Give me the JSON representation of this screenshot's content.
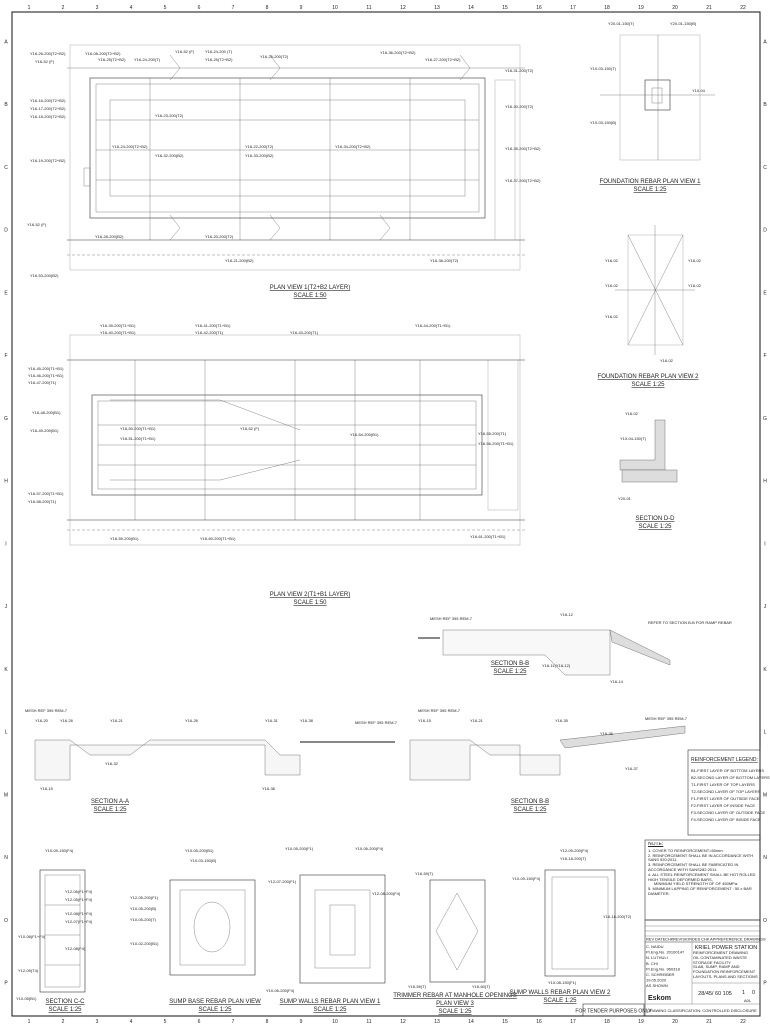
{
  "grid": {
    "cols": [
      "1",
      "2",
      "3",
      "4",
      "5",
      "6",
      "7",
      "8",
      "9",
      "10",
      "11",
      "12",
      "13",
      "14",
      "15",
      "16",
      "17",
      "18",
      "19",
      "20",
      "21",
      "22"
    ],
    "rows": [
      "A",
      "B",
      "C",
      "D",
      "E",
      "F",
      "G",
      "H",
      "I",
      "J",
      "K",
      "L",
      "M",
      "N",
      "O",
      "P"
    ]
  },
  "plan1": {
    "title": "PLAN VIEW 1(T2+B2 LAYER)",
    "scale": "SCALE 1:50",
    "labels": [
      "Y16-26-200(T2+B2)",
      "Y16-52 (F)",
      "Y16-08-200(T2+B2)",
      "Y16-25(T2+B2)",
      "Y16-24-200(T)",
      "Y16-52 (F)",
      "Y16-24-200 (T)",
      "Y16-25(T2+B2)",
      "Y16-25-200(T2)",
      "Y16-36-200(T2+B2)",
      "Y16-27-200(T2+B2)",
      "Y16-31-200(T2)",
      "Y16-30-200(T2)",
      "Y16-16-200(T2+B2)",
      "Y16-17-200(T2+B2)",
      "Y16-18-200(T2+B2)",
      "Y16-23-200(T2)",
      "Y16-24-200(T2+B2)",
      "Y16-19-200(T2+B2)",
      "Y16-22-200(T2)",
      "Y16-32-200(B2)",
      "Y16-33-200(B2)",
      "Y16-34-200(T2+B2)",
      "Y16-35-200(T2+B2)",
      "Y16-37-200(T2+B2)",
      "Y16-52 (F)",
      "Y16-28-200(B2)",
      "Y16-20-200(T2)",
      "Y16-21-200(B2)",
      "Y16-53-200(B2)",
      "Y16-38-200(T2)"
    ]
  },
  "plan2": {
    "title": "PLAN VIEW 2(T1+B1 LAYER)",
    "scale": "SCALE 1:50",
    "labels": [
      "Y16-39-200(T1+B1)",
      "Y16-40-200(T1+B1)",
      "Y16-41-200(T1+B1)",
      "Y16-42-200(T1)",
      "Y16-43-200(T1)",
      "Y16-44-200(T1+B1)",
      "Y16-45-200(T1+B1)",
      "Y16-46-200(T1+B1)",
      "Y16-47-200(T1)",
      "Y16-48-200(B1)",
      "Y16-49-200(B1)",
      "Y16-50-200(T1+B1)",
      "Y16-51-200(T1+B1)",
      "Y16-52 (F)",
      "Y16-54-200(B1)",
      "Y16-55-200(T1)",
      "Y16-56-200(T1+B1)",
      "Y16-57-200(T1+B1)",
      "Y16-58-200(T1)",
      "Y16-59-200(B1)",
      "Y16-60-200(T1+B1)",
      "Y16-61-200(T1+B1)"
    ]
  },
  "foundation1": {
    "title": "FOUNDATION REBAR PLAN VIEW 1",
    "scale": "SCALE 1:25",
    "labels": [
      "Y20-01-150(T)",
      "Y20-01-150(B)",
      "Y10-04",
      "Y10-03-150(T)",
      "Y10-03-150(B)"
    ]
  },
  "foundation2": {
    "title": "FOUNDATION REBAR PLAN VIEW 2",
    "scale": "SCALE 1:25",
    "labels": [
      "Y16-02",
      "Y16-02",
      "Y16-02",
      "Y16-02",
      "Y16-02",
      "Y16-02"
    ]
  },
  "sectionD": {
    "title": "SECTION D-D",
    "scale": "SCALE 1:25",
    "labels": [
      "Y16-02",
      "Y10-04-150(T)",
      "Y20-01"
    ]
  },
  "sectionB1": {
    "title": "SECTION B-B",
    "scale": "SCALE 1:25",
    "labels": [
      "MESH REF 395 REM-7",
      "Y16-12",
      "REFER TO SECTION B-B FOR RAMP REBAR",
      "Y16-11(Y16-12)",
      "Y16-14"
    ]
  },
  "sectionA": {
    "title": "SECTION A-A",
    "scale": "SCALE 1:25",
    "labels": [
      "MESH REF 395 REM-7",
      "Y16-20",
      "Y16-26",
      "Y16-21",
      "Y16-26",
      "Y16-31",
      "Y16-38",
      "Y16-32",
      "MESH REF 395 REM-7",
      "Y16-15",
      "Y16-38"
    ]
  },
  "sectionB2": {
    "title": "SECTION B-B",
    "scale": "SCALE 1:25",
    "labels": [
      "MESH REF 395 REM-7",
      "Y16-15",
      "Y16-21",
      "Y16-35",
      "MESH REF 395 REM-7",
      "Y16-35",
      "Y16-37"
    ]
  },
  "legend": {
    "title": "REINFORCEMENT LEGEND:",
    "items": [
      "B1-FIRST LAYER OF BOTTOM LAYERS",
      "B2-SECOND LAYER OF BOTTOM LAYERS",
      "T1-FIRST LAYER OF TOP LAYERS",
      "T2-SECOND LAYER OF TOP LAYERS",
      "F1-FIRST LAYER OF OUTSIDE FACE",
      "F2-FIRST LAYER OF INSIDE FACE",
      "F3-SECOND LAYER OF OUTSIDE FACE",
      "F4-SECOND LAYER OF INSIDE FACE"
    ]
  },
  "notes": {
    "title": "NOTE:",
    "items": [
      "1.   COVER TO REINFORCEMENT=50mm.",
      "2.   REINFORCEMENT SHALL BE IN ACCORDANCE WITH SANS 920:2011.",
      "3.   REINFORCEMENT SHALL BE FABRICATED IN ACCORDANCE WITH SANS282:2011.",
      "4.   ALL STEEL REINFORCEMENT SHALL BE HOT ROLLED HIGH TENSILE DEFORMED BARS,",
      "      MINIMUM YIELD STRENGTH OF OF 450MPa.",
      "5.   MINIMUM LAPPING OF REINFORCEMENT : 50 x BAR DIAMETER."
    ]
  },
  "bottom_details": [
    {
      "title": "SECTION C-C",
      "scale": "SCALE 1:25",
      "labels": [
        "Y10-09-150(F4)",
        "Y12-06(F1+F4)",
        "Y12-05(F1+F4)",
        "Y12-08(F1+F4)",
        "Y12-07(F1+F4)",
        "Y10-06(F1+F4)",
        "Y12-08(F4)",
        "Y12-09(T4)",
        "Y10-05(B1)"
      ]
    },
    {
      "title": "SUMP BASE REBAR PLAN VIEW",
      "scale": "SCALE 1:25",
      "labels": [
        "Y10-05-200(B1)",
        "Y10-03-150(B)",
        "Y12-05-200(F1)",
        "Y10-05-200(B)",
        "Y10-05-200(T)",
        "Y10-02-200(B1)"
      ]
    },
    {
      "title": "SUMP WALLS REBAR PLAN VIEW 1",
      "scale": "SCALE 1:25",
      "labels": [
        "Y10-05-200(F1)",
        "Y10-06-200(F4)",
        "Y12-07-200(F1)",
        "Y12-08-200(F4)",
        "Y10-06-200(F4)"
      ]
    },
    {
      "title": "TRIMMER REBAR AT MANHOLE OPENINGS",
      "sub": "PLAN VIEW 3",
      "scale": "SCALE 1:25",
      "labels": [
        "Y16-59(T)",
        "Y16-59(T)",
        "Y16-60(T)"
      ]
    },
    {
      "title": "SUMP WALLS REBAR PLAN VIEW 2",
      "scale": "SCALE 1:25",
      "labels": [
        "Y12-09-200(F4)",
        "Y16-18-200(T)",
        "Y10-09-150(F4)",
        "Y16-18-200(T2)",
        "Y10-08-150(F1)"
      ]
    }
  ],
  "tender": "FOR TENDER PURPOSES ONLY",
  "titleblock": {
    "header_cols": [
      "REV",
      "DATE",
      "CHK",
      "REVISION",
      "DES",
      "CHK",
      "APP",
      "REFERENCE DRAWINGS"
    ],
    "people": [
      "C. NAIDU",
      "Pr.Eng.No. 20100147",
      "N. LUTHULI",
      "B. CHI",
      "Pr.Eng.No. 960318",
      "C. SCHREIBER",
      "19.05.2020",
      "AS SHOWN"
    ],
    "client": "Eskom",
    "station": "KRIEL POWER STATION",
    "desc": [
      "REINFORCEMENT DRAWING",
      "OIL CONTAMINATED WASTE STORAGE FACILITY",
      "SLAB, SUMP, RAMP AND FOUNDATION REINFORCEMENT",
      "LAYOUTS, PLANS AND SECTIONS"
    ],
    "drawing_no": "28/45/ 60 105",
    "sheet": "1",
    "rev": "0",
    "size": "A0L",
    "classification": "DRAWING CLASSIFICATION: CONTROLLED DISCLOSURE"
  }
}
